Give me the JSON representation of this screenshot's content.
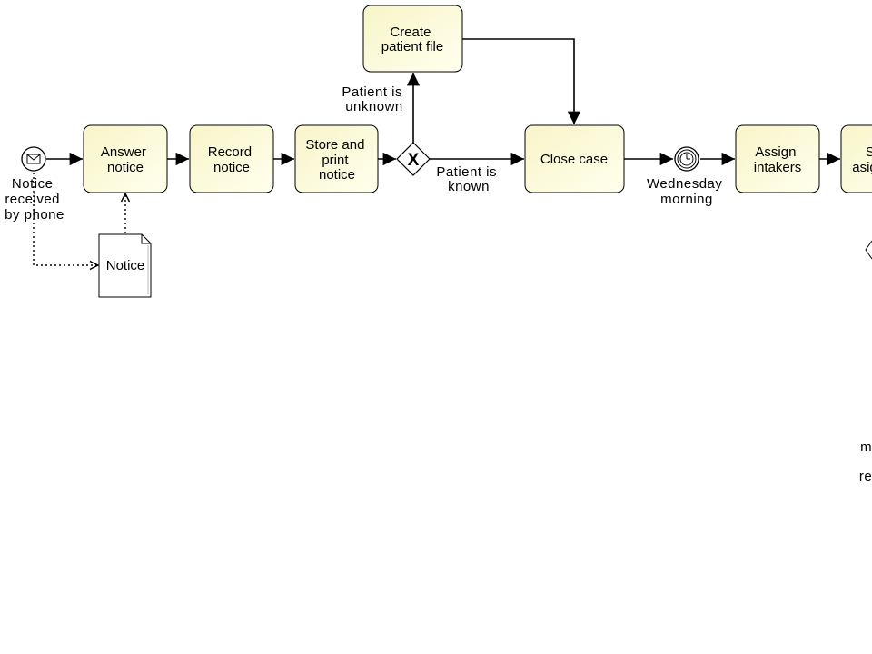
{
  "events": {
    "start": {
      "label_lines": [
        "Notice",
        "received",
        "by phone"
      ]
    },
    "timer": {
      "label_lines": [
        "Wednesday",
        "morning"
      ]
    }
  },
  "tasks": {
    "answer_notice": {
      "lines": [
        "Answer",
        "notice"
      ]
    },
    "record_notice": {
      "lines": [
        "Record",
        "notice"
      ]
    },
    "store_print": {
      "lines": [
        "Store and",
        "print",
        "notice"
      ]
    },
    "create_file": {
      "lines": [
        "Create",
        "patient file"
      ]
    },
    "close_case": {
      "lines": [
        "Close case"
      ]
    },
    "assign_intakers": {
      "lines": [
        "Assign",
        "intakers"
      ]
    },
    "partial_task": {
      "lines": [
        "S",
        "asig"
      ]
    }
  },
  "data_object": {
    "label": "Notice"
  },
  "gateway": {
    "marker": "X"
  },
  "flows": {
    "patient_unknown": {
      "lines": [
        "Patient is",
        "unknown"
      ]
    },
    "patient_known": {
      "lines": [
        "Patient is",
        "known"
      ]
    }
  },
  "edge_fragments": {
    "lines": [
      "m",
      "re"
    ]
  },
  "colors": {
    "task_fill_top": "#fbf9d8",
    "task_fill_bottom": "#fffff0",
    "stroke": "#000000"
  }
}
